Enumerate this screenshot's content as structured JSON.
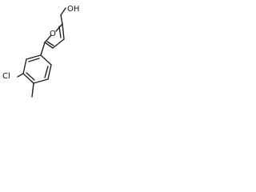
{
  "molecule": {
    "atoms": {
      "hydroxyl": "OH",
      "ring_oxygen": "O",
      "chlorine": "Cl"
    }
  }
}
